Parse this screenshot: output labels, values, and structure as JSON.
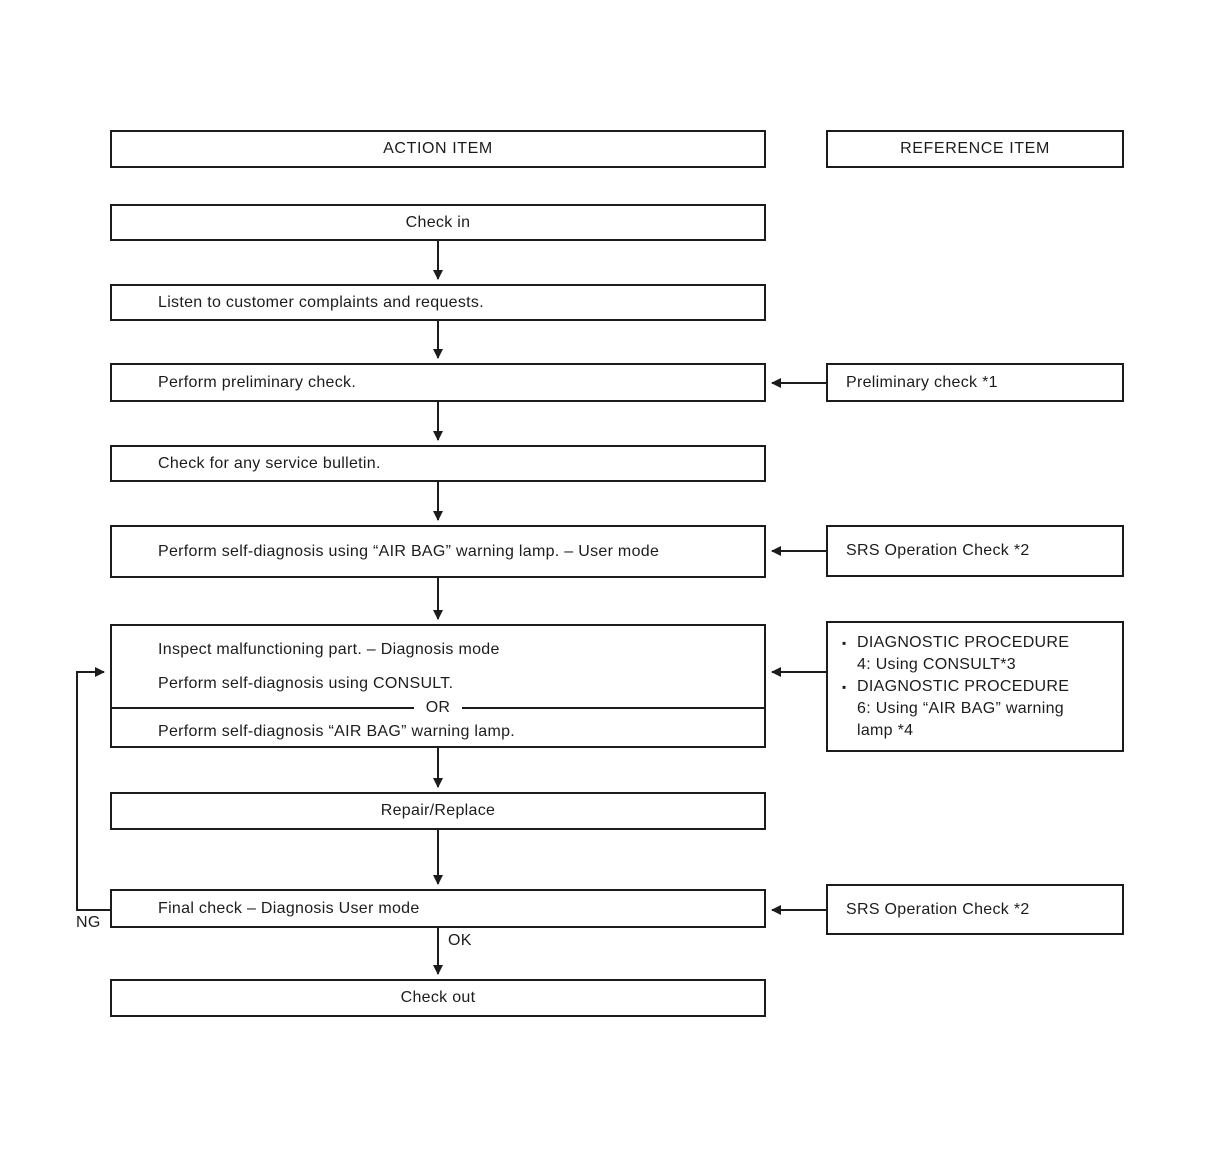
{
  "headers": {
    "action": "ACTION ITEM",
    "reference": "REFERENCE ITEM"
  },
  "action_boxes": {
    "check_in": "Check in",
    "listen": "Listen to customer complaints and requests.",
    "preliminary": "Perform preliminary check.",
    "bulletin": "Check for any service bulletin.",
    "self_diag_user": "Perform self-diagnosis using “AIR BAG” warning lamp. – User mode",
    "repair": "Repair/Replace",
    "final_check": "Final check – Diagnosis User mode",
    "check_out": "Check out"
  },
  "inspect_box": {
    "line1": "Inspect malfunctioning part. – Diagnosis mode",
    "line2": "Perform self-diagnosis using CONSULT.",
    "or_label": "OR",
    "line3": "Perform self-diagnosis “AIR BAG” warning lamp."
  },
  "reference_boxes": {
    "preliminary": "Preliminary check *1",
    "srs_check_1": "SRS Operation Check *2",
    "srs_check_2": "SRS Operation Check *2",
    "diagnostic": {
      "bullet_icon": "▪",
      "items": [
        {
          "title": "DIAGNOSTIC PROCEDURE",
          "lines": [
            "4: Using CONSULT*3"
          ]
        },
        {
          "title": "DIAGNOSTIC PROCEDURE",
          "lines": [
            "6: Using “AIR BAG” warning",
            "lamp *4"
          ]
        }
      ]
    }
  },
  "connector_labels": {
    "ng": "NG",
    "ok": "OK"
  },
  "colors": {
    "ink": "#1c1c1c",
    "background": "#ffffff"
  }
}
